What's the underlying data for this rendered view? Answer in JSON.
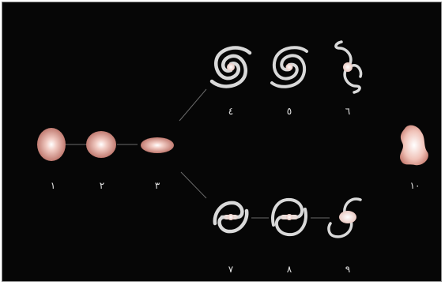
{
  "labels": {
    "n1": "١",
    "n2": "٢",
    "n3": "٣",
    "n4": "٤",
    "n5": "٥",
    "n6": "٦",
    "n7": "٧",
    "n8": "٨",
    "n9": "٩",
    "n10": "١٠"
  },
  "colors": {
    "background": "#060606",
    "elliptical_outer": "#c9837a",
    "elliptical_inner": "#f2ccc4",
    "spiral_arms": "#d9d9d9",
    "connector": "#6b6b6b",
    "label_text": "#e6e6e6"
  },
  "icons": {
    "e0": "elliptical-galaxy",
    "e2": "elliptical-galaxy",
    "e3": "lenticular-galaxy",
    "s0": "tight-spiral-galaxy",
    "s1": "intermediate-spiral-galaxy",
    "s2": "open-spiral-galaxy",
    "sb0": "barred-spiral-galaxy",
    "sb1": "barred-spiral-galaxy",
    "sb2": "open-barred-spiral-galaxy",
    "irr": "irregular-galaxy"
  }
}
